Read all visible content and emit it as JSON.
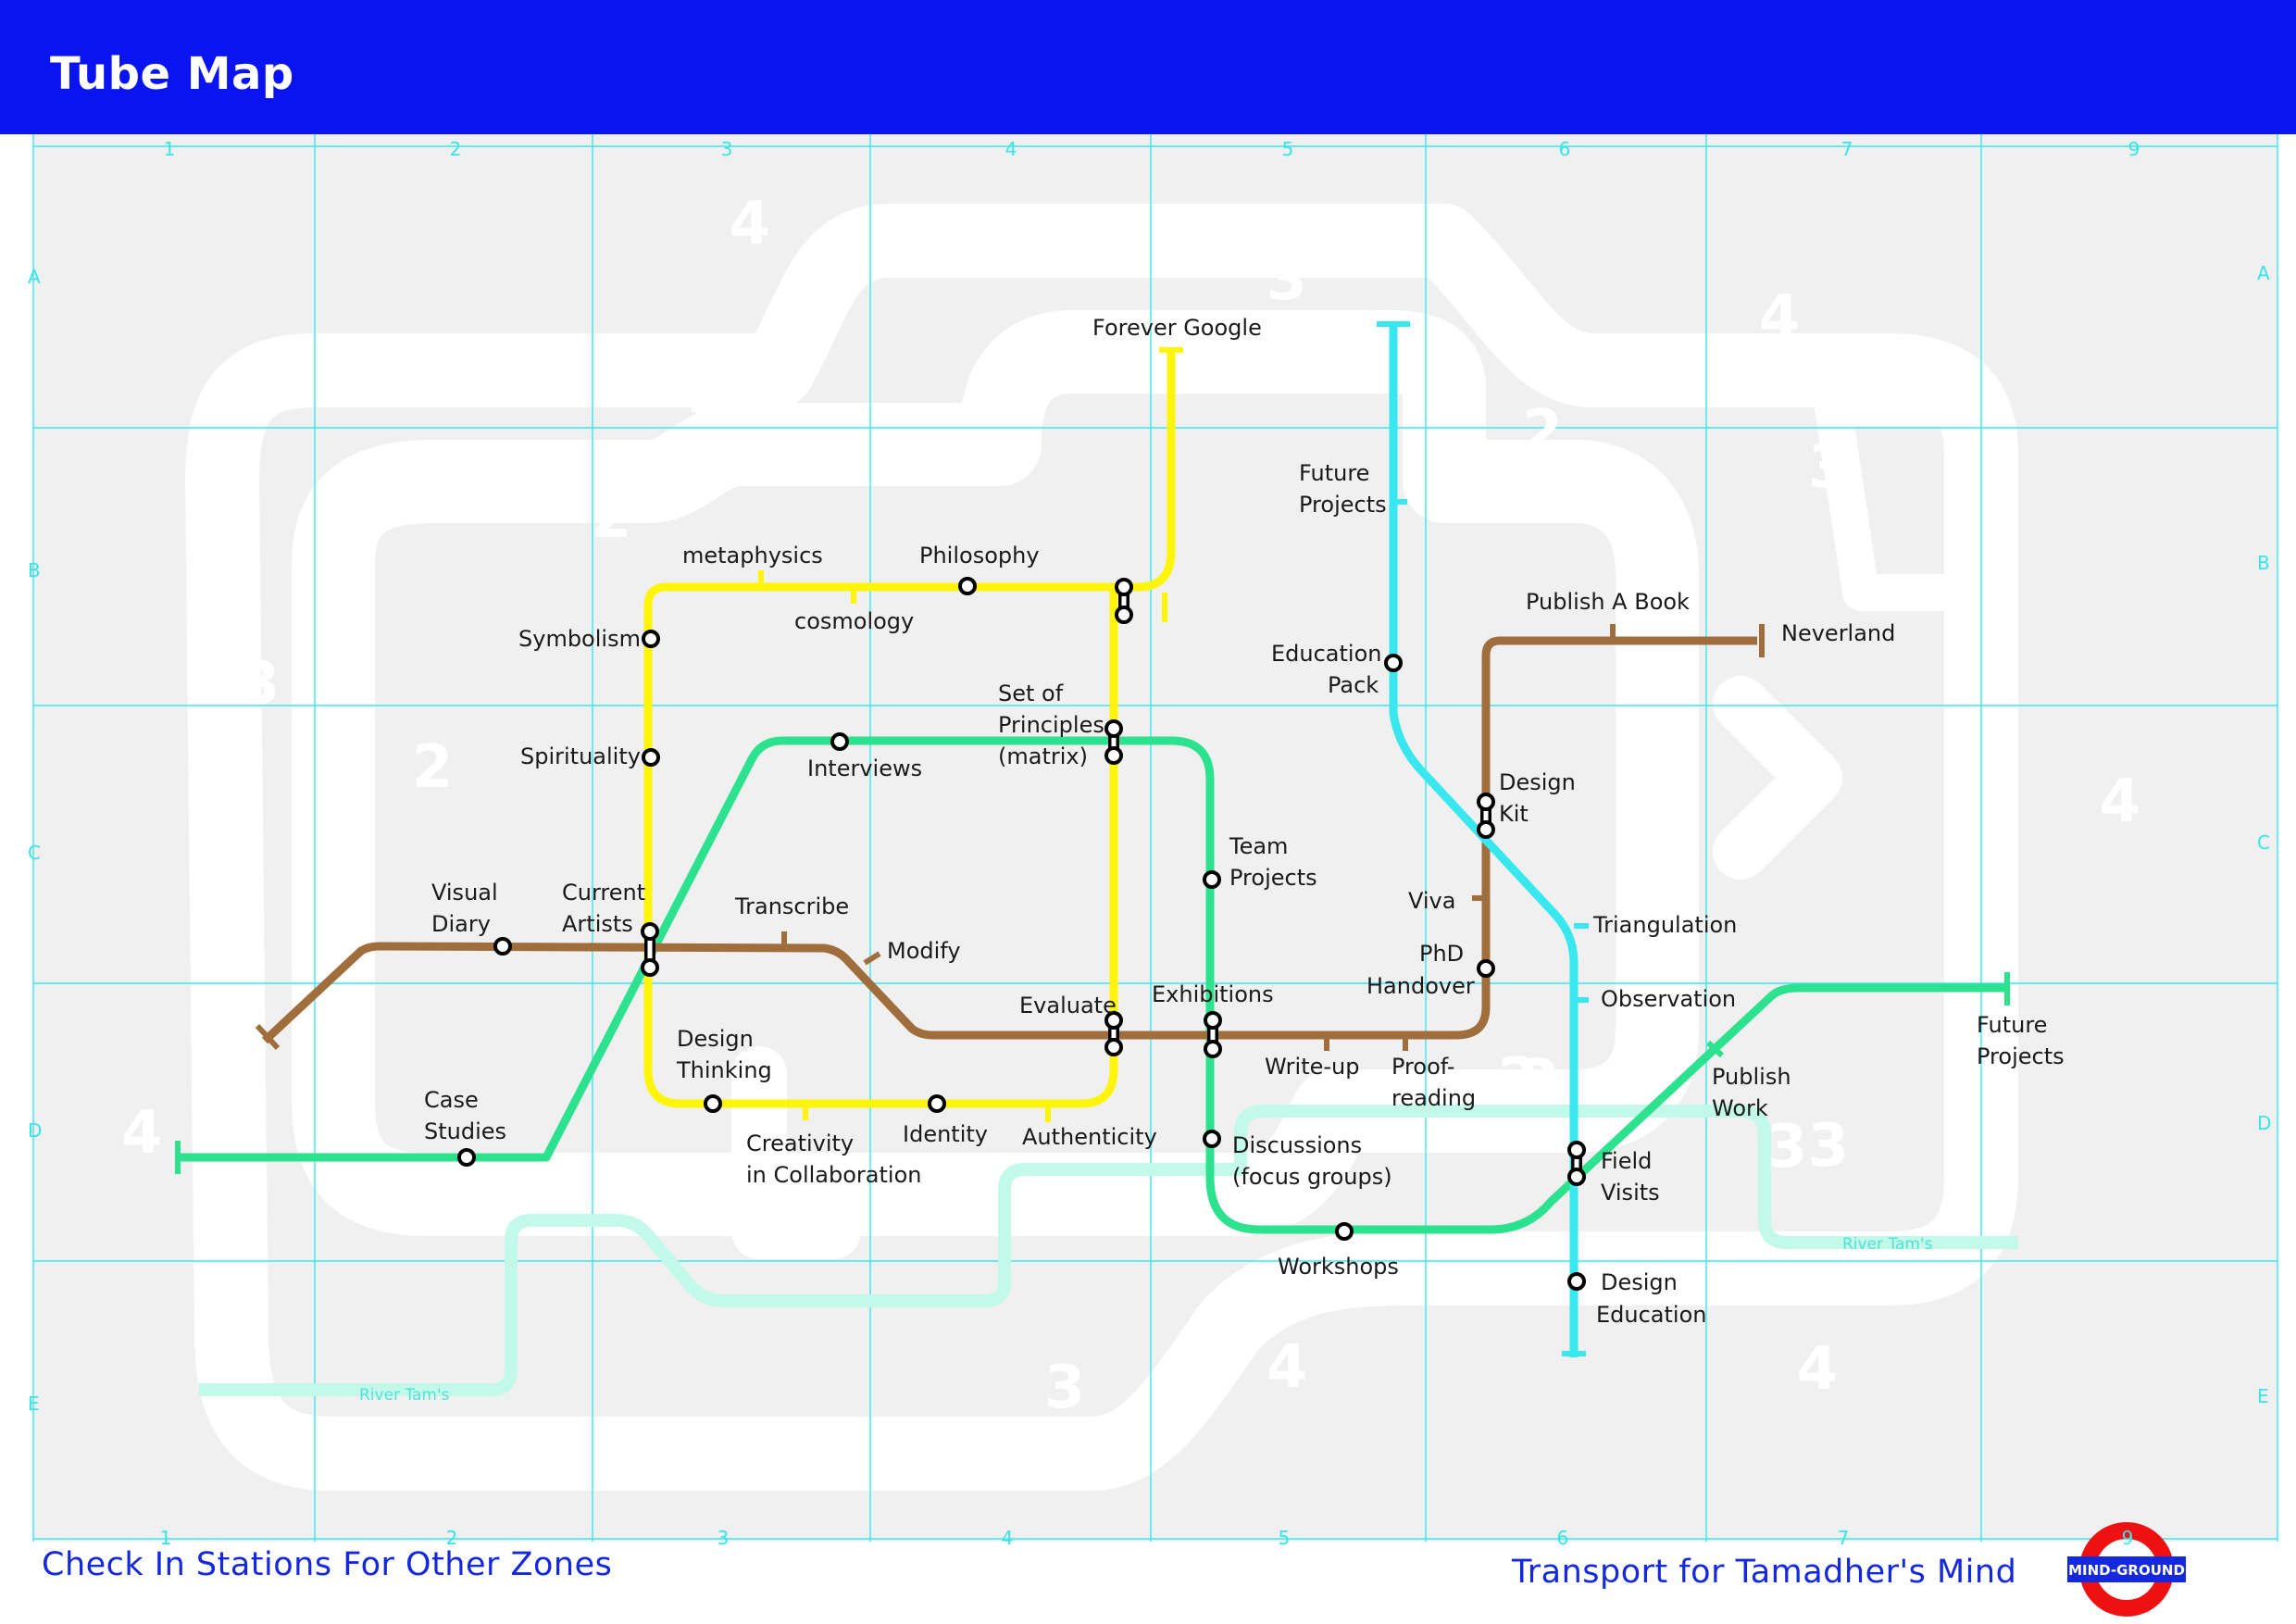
{
  "header": {
    "title": "Tube Map"
  },
  "grid": {
    "columns": [
      "1",
      "2",
      "3",
      "4",
      "5",
      "6",
      "7",
      "9"
    ],
    "rows": [
      "A",
      "B",
      "C",
      "D",
      "E"
    ]
  },
  "zones": [
    "4",
    "3",
    "3",
    "4",
    "2",
    "3",
    "3",
    "2",
    "2",
    "4",
    "2",
    "2",
    "3",
    "3",
    "4",
    "4",
    "4",
    "3",
    "2"
  ],
  "lines": [
    {
      "name": "yellow",
      "color": "#fff50a"
    },
    {
      "name": "green",
      "color": "#2de28e"
    },
    {
      "name": "brown",
      "color": "#a06e3c"
    },
    {
      "name": "cyan",
      "color": "#38e8ee"
    },
    {
      "name": "river",
      "color": "#c2f9e8"
    }
  ],
  "stations": {
    "forever_google": "Forever Google",
    "metaphysics": "metaphysics",
    "philosophy": "Philosophy",
    "cosmology": "cosmology",
    "symbolism": "Symbolism",
    "spirituality": "Spirituality",
    "set_of_principles": [
      "Set of",
      "Principles",
      "(matrix)"
    ],
    "interviews": "Interviews",
    "visual_diary": [
      "Visual",
      "Diary"
    ],
    "current_artists": [
      "Current",
      "Artists"
    ],
    "transcribe": "Transcribe",
    "modify": "Modify",
    "evaluate": "Evaluate",
    "exhibitions": "Exhibitions",
    "design_thinking": [
      "Design",
      "Thinking"
    ],
    "case_studies": [
      "Case",
      "Studies"
    ],
    "creativity": [
      "Creativity",
      "in Collaboration"
    ],
    "identity": "Identity",
    "authenticity": "Authenticity",
    "team_projects": [
      "Team",
      "Projects"
    ],
    "write_up": "Write-up",
    "proof_reading": [
      "Proof-",
      "reading"
    ],
    "discussions": [
      "Discussions",
      "(focus groups)"
    ],
    "workshops": "Workshops",
    "future_projects_top": [
      "Future",
      "Projects"
    ],
    "education_pack": [
      "Education",
      "Pack"
    ],
    "publish_book": "Publish A Book",
    "neverland": "Neverland",
    "design_kit": [
      "Design",
      "Kit"
    ],
    "viva": "Viva",
    "triangulation": "Triangulation",
    "phd_handover": [
      "PhD",
      "Handover"
    ],
    "observation": "Observation",
    "future_projects_right": [
      "Future",
      "Projects"
    ],
    "publish_work": [
      "Publish",
      "Work"
    ],
    "field_visits": [
      "Field",
      "Visits"
    ],
    "design_education": [
      "Design",
      "Education"
    ]
  },
  "river": {
    "label_left": "River Tam's",
    "label_right": "River Tam's"
  },
  "footer": {
    "left": "Check In Stations For Other Zones",
    "right": "Transport for Tamadher's Mind",
    "roundel": "MIND-GROUND",
    "roundel_num": "9"
  }
}
